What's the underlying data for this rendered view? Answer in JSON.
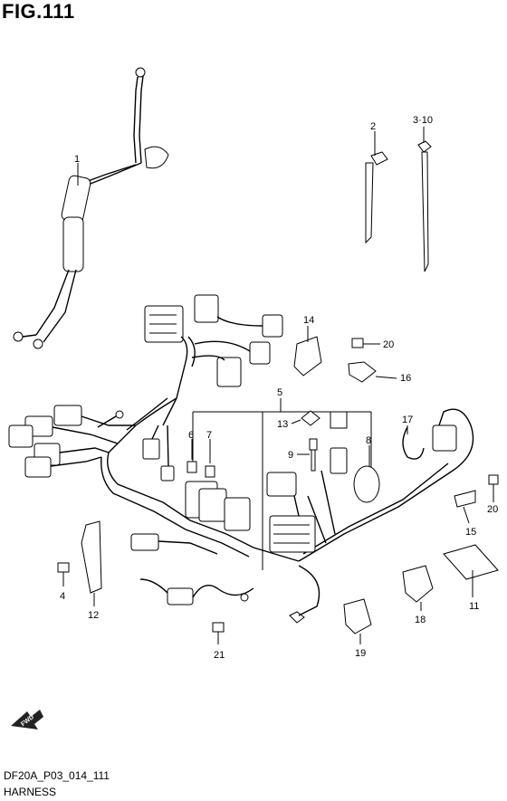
{
  "figure": {
    "title": "FIG.111",
    "code": "DF20A_P03_014_111",
    "caption": "HARNESS",
    "fwd_label": "FWD"
  },
  "callouts": [
    "1",
    "2",
    "3·10",
    "14",
    "20",
    "5",
    "13",
    "6",
    "7",
    "16",
    "17",
    "9",
    "8",
    "20",
    "4",
    "12",
    "15",
    "11",
    "18",
    "21",
    "19"
  ]
}
